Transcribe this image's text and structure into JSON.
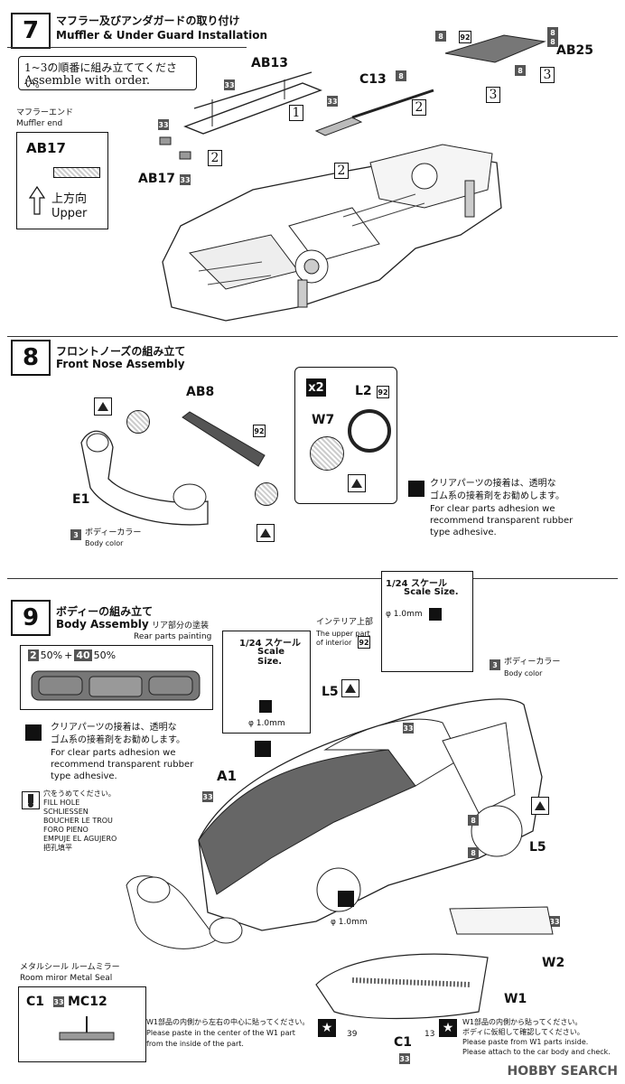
{
  "step7": {
    "number": "7",
    "title_jp": "マフラー及びアンダガードの取り付け",
    "title_en": "Muffler & Under Guard Installation",
    "order_note_jp": "1~3の順番に組み立ててください。",
    "order_note_en": "Assemble with order.",
    "muffler_end_jp": "マフラーエンド",
    "muffler_end_en": "Muffler end",
    "inset_part": "AB17",
    "upper_jp": "上方向",
    "upper_en": "Upper",
    "parts": [
      "AB13",
      "C13",
      "AB25",
      "AB17"
    ],
    "codes": {
      "c33": "33",
      "c8": "8",
      "c92": "92"
    },
    "order_steps": [
      "1",
      "2",
      "3"
    ]
  },
  "step8": {
    "number": "8",
    "title_jp": "フロントノーズの組み立て",
    "title_en": "Front Nose Assembly",
    "parts": [
      "AB8",
      "E1",
      "L2",
      "W7"
    ],
    "multiplier": "x2",
    "code_92": "92",
    "body_color_code": "3",
    "body_color_jp": "ボディーカラー",
    "body_color_en": "Body color",
    "clear_note_jp": [
      "クリアパーツの接着は、透明な",
      "ゴム系の接着剤をお勧めします。"
    ],
    "clear_note_en": [
      "For clear parts adhesion we",
      "recommend transparent rubber",
      "type adhesive."
    ]
  },
  "step9": {
    "number": "9",
    "title_jp": "ボディーの組み立て",
    "title_en": "Body Assembly",
    "rear_paint_jp": "リア部分の塗装",
    "rear_paint_en": "Rear parts painting",
    "paint_mix": {
      "c1": "2",
      "p1": "50%",
      "plus": "+",
      "c2": "40",
      "p2": "50%"
    },
    "scale_title_jp": "1/24 スケール",
    "scale_title_en": "Scale Size.",
    "hole_dia": "φ 1.0mm",
    "interior_jp": "インテリア上部",
    "interior_en": [
      "The upper part",
      "of interior"
    ],
    "code_92": "92",
    "body_color_code": "3",
    "body_color_jp": "ボディーカラー",
    "body_color_en": "Body color",
    "clear_note_jp": [
      "クリアパーツの接着は、透明な",
      "ゴム系の接着剤をお勧めします。"
    ],
    "clear_note_en": [
      "For clear parts adhesion we",
      "recommend transparent rubber",
      "type adhesive."
    ],
    "fill_hole": [
      "穴をうめてください。",
      "FILL HOLE",
      "SCHLIESSEN",
      "BOUCHER LE TROU",
      "FORO PIENO",
      "EMPUJE EL AGUJERO",
      "把孔填平"
    ],
    "parts": [
      "A1",
      "L5",
      "L5",
      "W2",
      "W1",
      "C1"
    ],
    "codes": {
      "c33": "33",
      "c8": "8",
      "c39": "39",
      "c13": "13"
    },
    "mirror_jp": "メタルシール ルームミラー",
    "mirror_en": "Room miror Metal Seal",
    "mirror_parts": {
      "c1": "C1",
      "code": "33",
      "mc": "MC12"
    },
    "w1_center_jp": "W1部品の内側から左右の中心に貼ってください。",
    "w1_center_en": [
      "Please paste in the center of the W1 part",
      "from the inside of the part."
    ],
    "w1_attach_jp": [
      "W1部品の内側から貼ってください。",
      "ボディに仮組して確認してください。"
    ],
    "w1_attach_en": [
      "Please paste from W1 parts inside.",
      "Please attach to the car body and check."
    ]
  },
  "watermark": "HOBBY SEARCH"
}
